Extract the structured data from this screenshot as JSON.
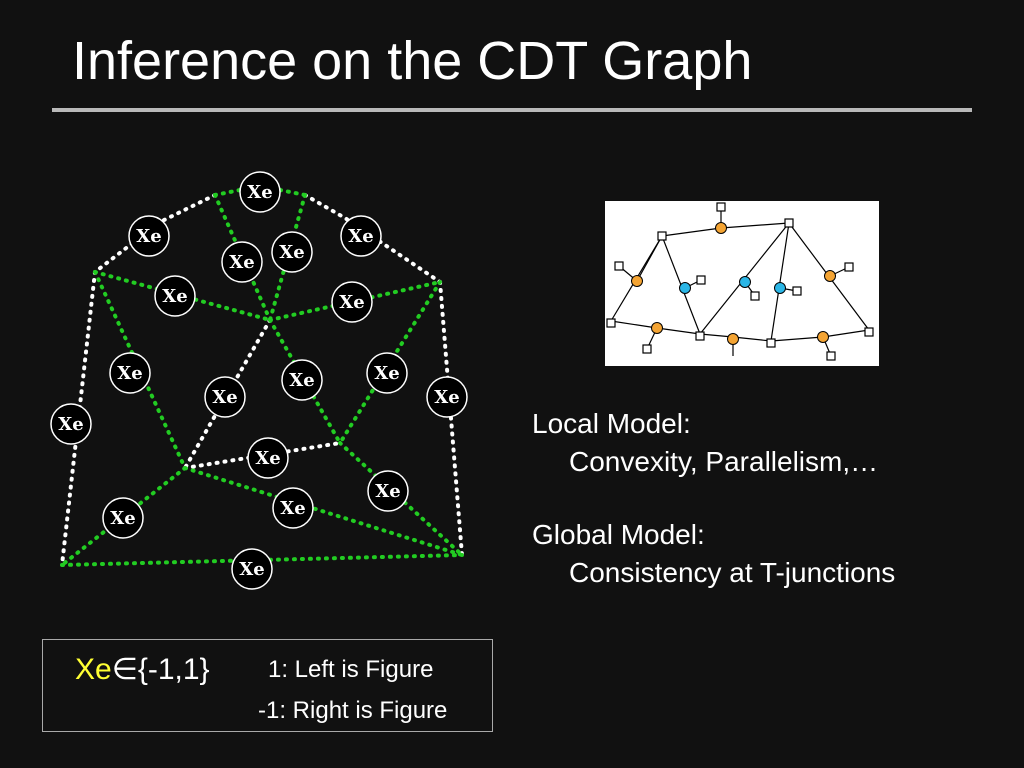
{
  "title": "Inference on the CDT Graph",
  "graph": {
    "node_label": "Xe",
    "colors": {
      "background": "#111111",
      "white_edges": "#ffffff",
      "green_edges": "#22cc22",
      "node_fill": "#000000",
      "node_stroke": "#ffffff"
    }
  },
  "inset": {
    "description_icon": "line-drawing-graph",
    "colors": {
      "orange_node": "#f4a433",
      "blue_node": "#2bb6e6",
      "square_node": "#ffffff"
    }
  },
  "models": {
    "local_heading": "Local Model:",
    "local_detail": "Convexity, Parallelism,…",
    "global_heading": "Global Model:",
    "global_detail": "Consistency at T-junctions"
  },
  "legend": {
    "var": "Xe",
    "domain": "∈{-1,1}",
    "left_text": "1: Left is Figure",
    "right_text": "-1: Right is Figure",
    "var_color": "#ffff33"
  }
}
